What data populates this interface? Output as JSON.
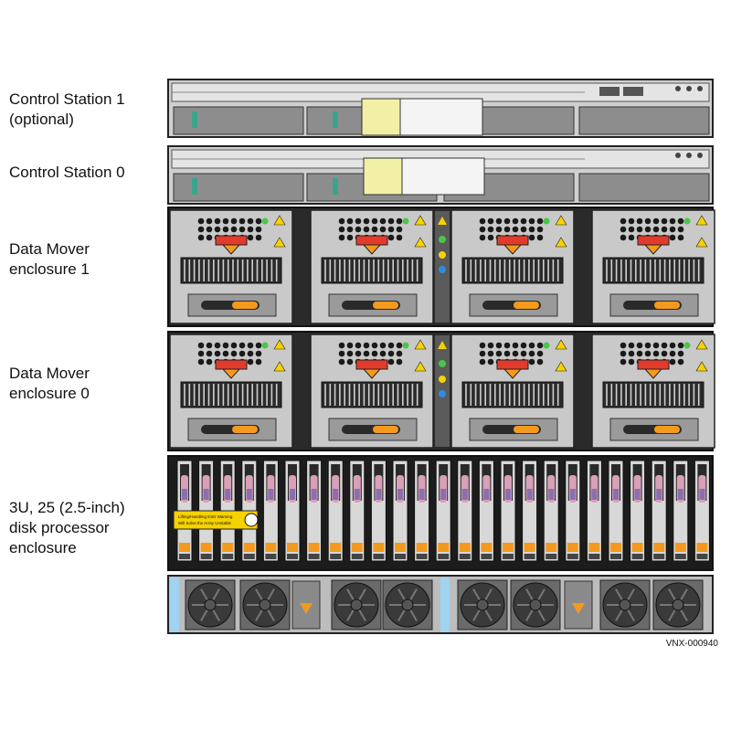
{
  "labels": {
    "control_station_1": "Control Station 1\n(optional)",
    "control_station_0": "Control Station 0",
    "data_mover_enclosure_1": "Data Mover\nenclosure 1",
    "data_mover_enclosure_0": "Data Mover\nenclosure 0",
    "disk_processor_enclosure": "3U, 25 (2.5-inch)\ndisk processor\nenclosure"
  },
  "figure_id": "VNX-000940",
  "dpe": {
    "warning_label_line1": "Lifting/Handling ESD Warning",
    "warning_label_line2": "Will Solve the Array Unstable",
    "drive_count": 25
  },
  "colors": {
    "chassis": "#c9c9c9",
    "chassis_dark": "#3a3a3a",
    "handle_yellow": "#f2f0a6",
    "latch_red": "#e23b2b",
    "latch_orange": "#f39a1e",
    "led_green": "#49c64a",
    "led_blue": "#2f8ce0",
    "drive_pink": "#d9a0b8",
    "drive_purple": "#8a6fb0",
    "warning_yellow": "#f6d200"
  }
}
